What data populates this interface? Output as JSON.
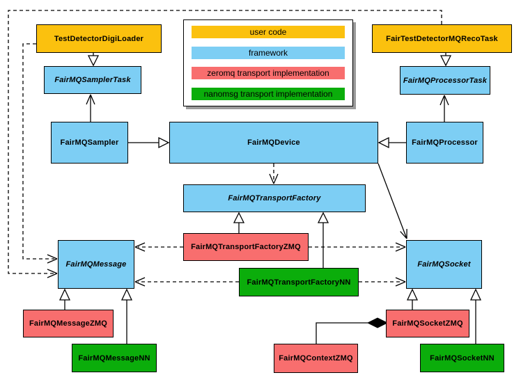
{
  "legend": {
    "items": [
      {
        "label": "user code",
        "color": "#FBC10E"
      },
      {
        "label": "framework",
        "color": "#7DCEF4"
      },
      {
        "label": "zeromq transport implementation",
        "color": "#F86E6E"
      },
      {
        "label": "nanomsg transport implementation",
        "color": "#0BAD0B"
      }
    ]
  },
  "nodes": {
    "digiLoader": {
      "label": "TestDetectorDigiLoader",
      "type": "user code",
      "abstract": false
    },
    "recoTask": {
      "label": "FairTestDetectorMQRecoTask",
      "type": "user code",
      "abstract": false
    },
    "samplerTask": {
      "label": "FairMQSamplerTask",
      "type": "framework",
      "abstract": true
    },
    "processorTask": {
      "label": "FairMQProcessorTask",
      "type": "framework",
      "abstract": true
    },
    "sampler": {
      "label": "FairMQSampler",
      "type": "framework",
      "abstract": false
    },
    "device": {
      "label": "FairMQDevice",
      "type": "framework",
      "abstract": false
    },
    "processor": {
      "label": "FairMQProcessor",
      "type": "framework",
      "abstract": false
    },
    "transportFactory": {
      "label": "FairMQTransportFactory",
      "type": "framework",
      "abstract": true
    },
    "transportFactoryZMQ": {
      "label": "FairMQTransportFactoryZMQ",
      "type": "zeromq transport implementation",
      "abstract": false
    },
    "transportFactoryNN": {
      "label": "FairMQTransportFactoryNN",
      "type": "nanomsg transport implementation",
      "abstract": false
    },
    "message": {
      "label": "FairMQMessage",
      "type": "framework",
      "abstract": true
    },
    "socket": {
      "label": "FairMQSocket",
      "type": "framework",
      "abstract": true
    },
    "messageZMQ": {
      "label": "FairMQMessageZMQ",
      "type": "zeromq transport implementation",
      "abstract": false
    },
    "messageNN": {
      "label": "FairMQMessageNN",
      "type": "nanomsg transport implementation",
      "abstract": false
    },
    "contextZMQ": {
      "label": "FairMQContextZMQ",
      "type": "zeromq transport implementation",
      "abstract": false
    },
    "socketZMQ": {
      "label": "FairMQSocketZMQ",
      "type": "zeromq transport implementation",
      "abstract": false
    },
    "socketNN": {
      "label": "FairMQSocketNN",
      "type": "nanomsg transport implementation",
      "abstract": false
    }
  },
  "edges": [
    {
      "from": "TestDetectorDigiLoader",
      "to": "FairMQSamplerTask",
      "type": "inheritance"
    },
    {
      "from": "FairTestDetectorMQRecoTask",
      "to": "FairMQProcessorTask",
      "type": "inheritance"
    },
    {
      "from": "FairMQSampler",
      "to": "FairMQDevice",
      "type": "inheritance"
    },
    {
      "from": "FairMQProcessor",
      "to": "FairMQDevice",
      "type": "inheritance"
    },
    {
      "from": "FairMQSampler",
      "to": "FairMQSamplerTask",
      "type": "association"
    },
    {
      "from": "FairMQProcessor",
      "to": "FairMQProcessorTask",
      "type": "association"
    },
    {
      "from": "FairMQDevice",
      "to": "FairMQTransportFactory",
      "type": "dependency"
    },
    {
      "from": "FairMQDevice",
      "to": "FairMQSocket",
      "type": "association"
    },
    {
      "from": "FairMQTransportFactoryZMQ",
      "to": "FairMQTransportFactory",
      "type": "inheritance"
    },
    {
      "from": "FairMQTransportFactoryNN",
      "to": "FairMQTransportFactory",
      "type": "inheritance"
    },
    {
      "from": "FairMQTransportFactoryZMQ",
      "to": "FairMQMessage",
      "type": "dependency"
    },
    {
      "from": "FairMQTransportFactoryZMQ",
      "to": "FairMQSocket",
      "type": "dependency"
    },
    {
      "from": "FairMQTransportFactoryNN",
      "to": "FairMQMessage",
      "type": "dependency"
    },
    {
      "from": "FairMQTransportFactoryNN",
      "to": "FairMQSocket",
      "type": "dependency"
    },
    {
      "from": "TestDetectorDigiLoader",
      "to": "FairMQMessage",
      "type": "dependency"
    },
    {
      "from": "FairTestDetectorMQRecoTask",
      "to": "FairMQMessage",
      "type": "dependency"
    },
    {
      "from": "FairMQMessageZMQ",
      "to": "FairMQMessage",
      "type": "inheritance"
    },
    {
      "from": "FairMQMessageNN",
      "to": "FairMQMessage",
      "type": "inheritance"
    },
    {
      "from": "FairMQSocketZMQ",
      "to": "FairMQSocket",
      "type": "inheritance"
    },
    {
      "from": "FairMQSocketNN",
      "to": "FairMQSocket",
      "type": "inheritance"
    },
    {
      "from": "FairMQContextZMQ",
      "to": "FairMQSocketZMQ",
      "type": "composition"
    }
  ]
}
